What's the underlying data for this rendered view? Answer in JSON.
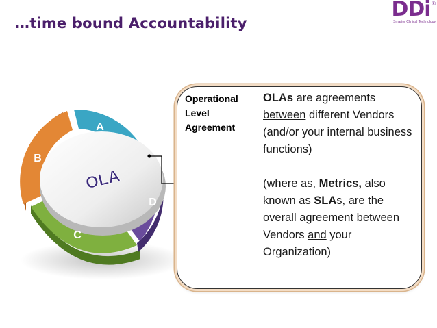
{
  "header": {
    "title": "…time bound Accountability"
  },
  "logo": {
    "text": "DDi",
    "registered": "®",
    "tagline": "Smarter Clinical Technology"
  },
  "cycle_diagram": {
    "center_label": "OLA",
    "segments": [
      {
        "label": "A",
        "color": "#3aa6c4"
      },
      {
        "label": "B",
        "color": "#e38735"
      },
      {
        "label": "C",
        "color": "#7fb03f"
      },
      {
        "label": "D",
        "color": "#6a4c9c"
      }
    ]
  },
  "callout": {
    "label": "Operational Level Agreement",
    "p1": {
      "t1": "OLAs",
      "t2": " are agreements ",
      "t3": "between",
      "t4": " different Vendors (and/or your internal business functions)"
    },
    "p2": {
      "t1": "(where as, ",
      "t2": "Metrics,",
      "t3": " also known as ",
      "t4": "SLA",
      "t5": "s, are the overall agreement between Vendors ",
      "t6": "and",
      "t7": " your Organization)"
    }
  },
  "colors": {
    "title": "#4b1f6b",
    "brand": "#7b2d8e",
    "callout_border": "#333333",
    "callout_glow": "#f3dcc4"
  }
}
